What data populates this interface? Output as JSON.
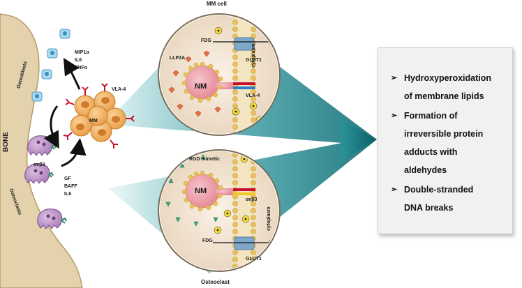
{
  "labels": {
    "bone": "BONE",
    "osteoblasts": "Osteoblasts",
    "osteoclasts": "Osteoclasts",
    "cytokines": [
      "MIP1α",
      "IL6",
      "TNFα"
    ],
    "vla4_left": "VLA-4",
    "mm": "MM",
    "avb3_left": "αvβ3",
    "factors": [
      "GF",
      "BAFF",
      "IL6"
    ]
  },
  "top_circle": {
    "title": "MM cell",
    "fdg": "FDG",
    "glut1": "GLUT1",
    "llp2a": "LLP2A",
    "nm": "NM",
    "vla4": "VLA-4",
    "cytoplasm": "cytoplasm"
  },
  "bottom_circle": {
    "title": "Osteoclast",
    "rgd": "RGD mimetic",
    "nm": "NM",
    "avb3": "αvβ3",
    "cytoplasm": "cytoplasm",
    "fdg": "FDG",
    "glut1": "GLUT1"
  },
  "effects_panel": {
    "items": [
      {
        "lines": [
          "Hydroxyperoxidation",
          "of membrane lipids"
        ]
      },
      {
        "lines": [
          "Formation of",
          "irreversible protein",
          "adducts with",
          "aldehydes"
        ]
      },
      {
        "lines": [
          "Double-stranded",
          "DNA breaks"
        ]
      }
    ],
    "marker": "➢"
  },
  "colors": {
    "bone": "#e0cfa8",
    "osteoblast": "#9fd3ea",
    "osteoclast": "#b98cc4",
    "mm_cell": "#f2b266",
    "receptor_red": "#c8102e",
    "teal": "#157f86",
    "nanoparticle": "#f1a7b1",
    "membrane": "#e9c86a"
  }
}
